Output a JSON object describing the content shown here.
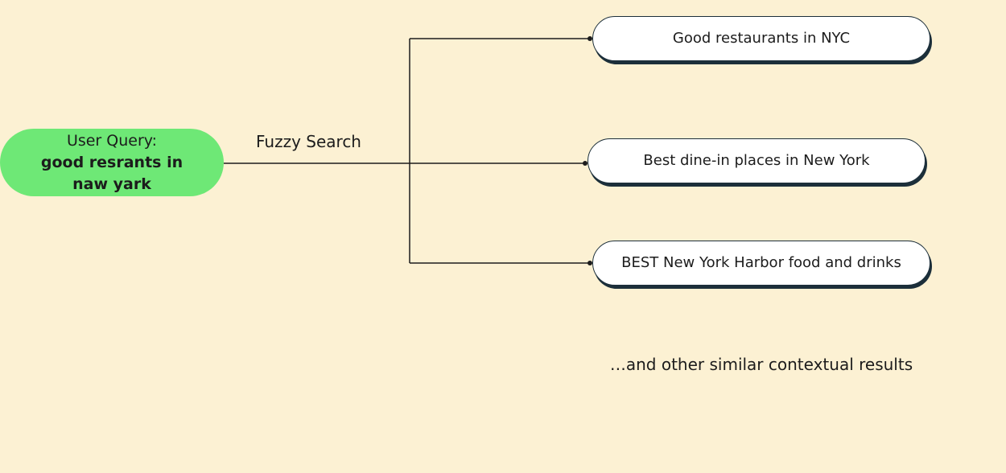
{
  "query": {
    "label": "User Query:",
    "text": "good resrants in naw yark"
  },
  "edge_label": "Fuzzy Search",
  "results": [
    {
      "text": "Good restaurants in NYC"
    },
    {
      "text": "Best dine-in places in New York"
    },
    {
      "text": "BEST New York Harbor food and drinks"
    }
  ],
  "footnote": "…and other similar contextual results",
  "colors": {
    "background": "#fcf1d3",
    "query_node": "#6ee876",
    "result_node": "#ffffff",
    "border": "#1c2f3a",
    "line": "#1c1c1c"
  }
}
